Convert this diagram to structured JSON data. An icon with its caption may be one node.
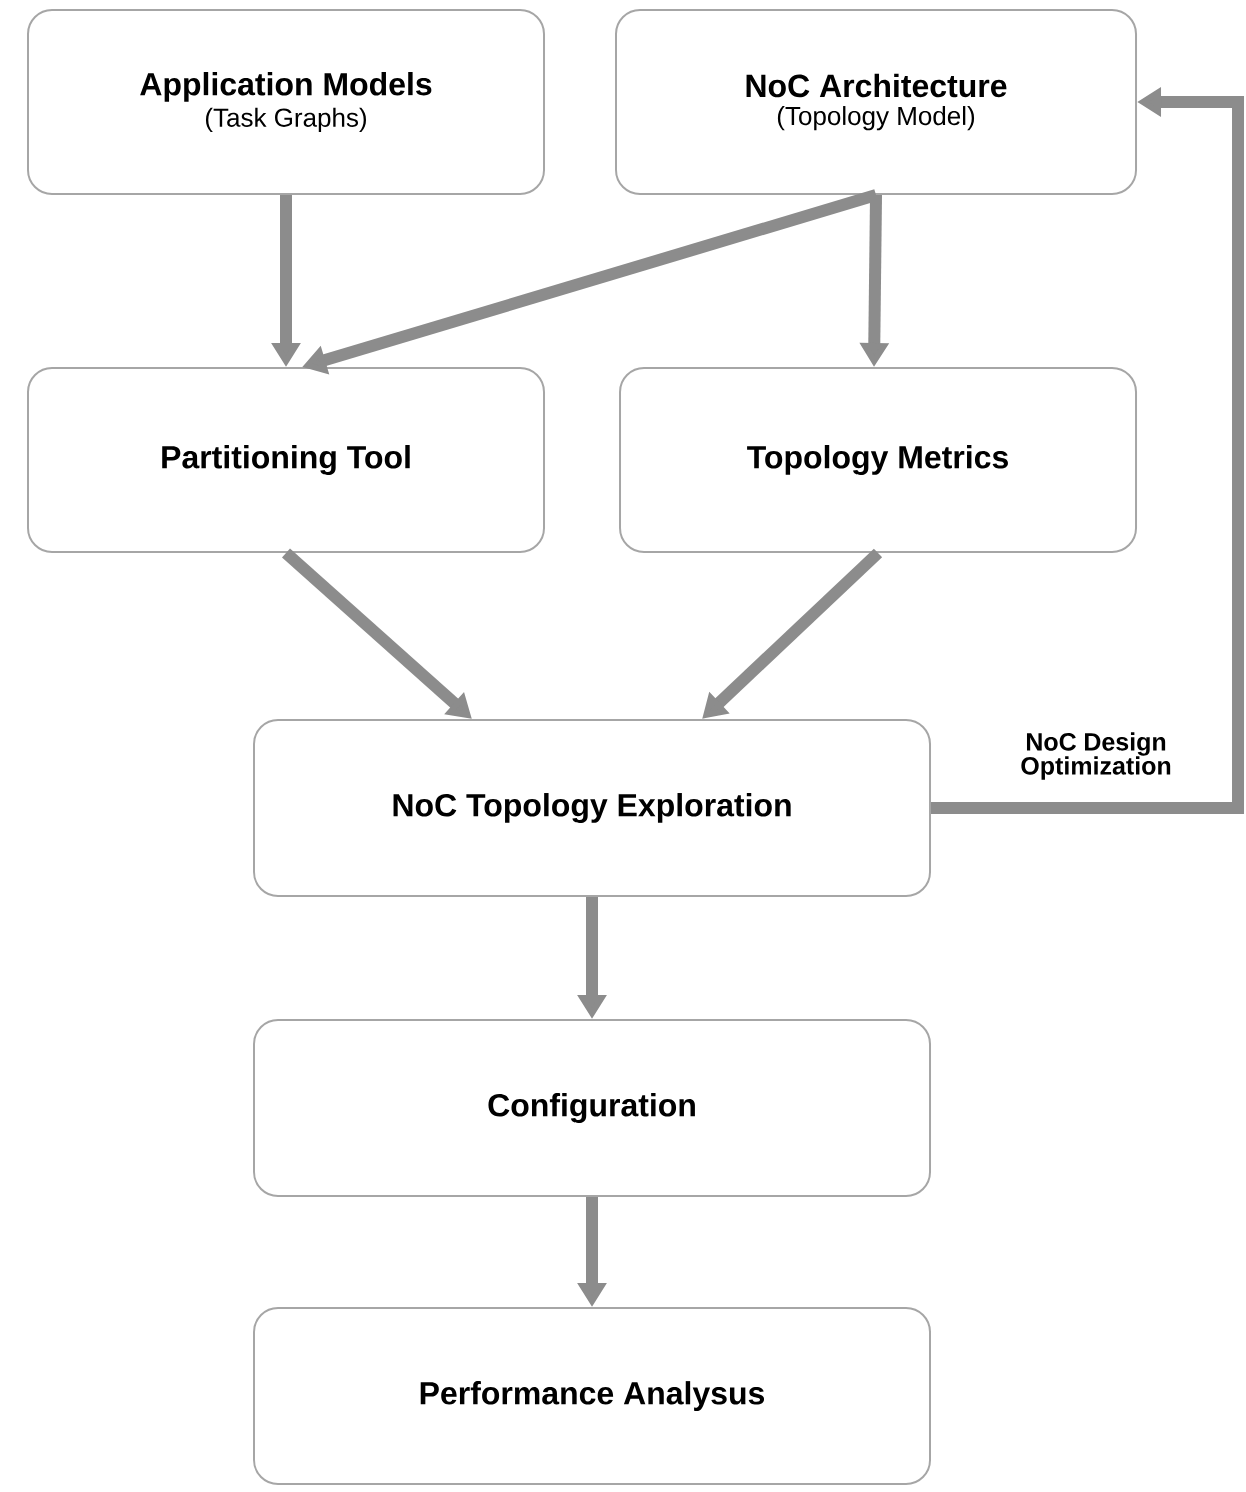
{
  "diagram": {
    "nodes": [
      {
        "text": [
          "Application Models",
          "(Task Graphs)"
        ]
      },
      {
        "text": [
          "NoC Architecture",
          "(Topology Model)"
        ]
      },
      {
        "text": [
          "Partitioning Tool"
        ]
      },
      {
        "text": [
          "Topology Metrics"
        ]
      },
      {
        "text": [
          "NoC Topology Exploration"
        ]
      },
      {
        "text": [
          "Configuration"
        ]
      },
      {
        "text": [
          "Performance Analysus"
        ]
      }
    ],
    "edges": [
      {
        "from": 0,
        "to": 2,
        "arrow": "to"
      },
      {
        "from": 1,
        "to": 2,
        "arrow": "to"
      },
      {
        "from": 1,
        "to": 3,
        "arrow": "to"
      },
      {
        "from": 2,
        "to": 4,
        "arrow": "to"
      },
      {
        "from": 3,
        "to": 4,
        "arrow": "to"
      },
      {
        "from": 4,
        "to": 5,
        "arrow": "to"
      },
      {
        "from": 5,
        "to": 6,
        "arrow": "to"
      },
      {
        "from": 4,
        "to": 1,
        "arrow": "to",
        "label": "NoC Design Optimization"
      }
    ]
  }
}
